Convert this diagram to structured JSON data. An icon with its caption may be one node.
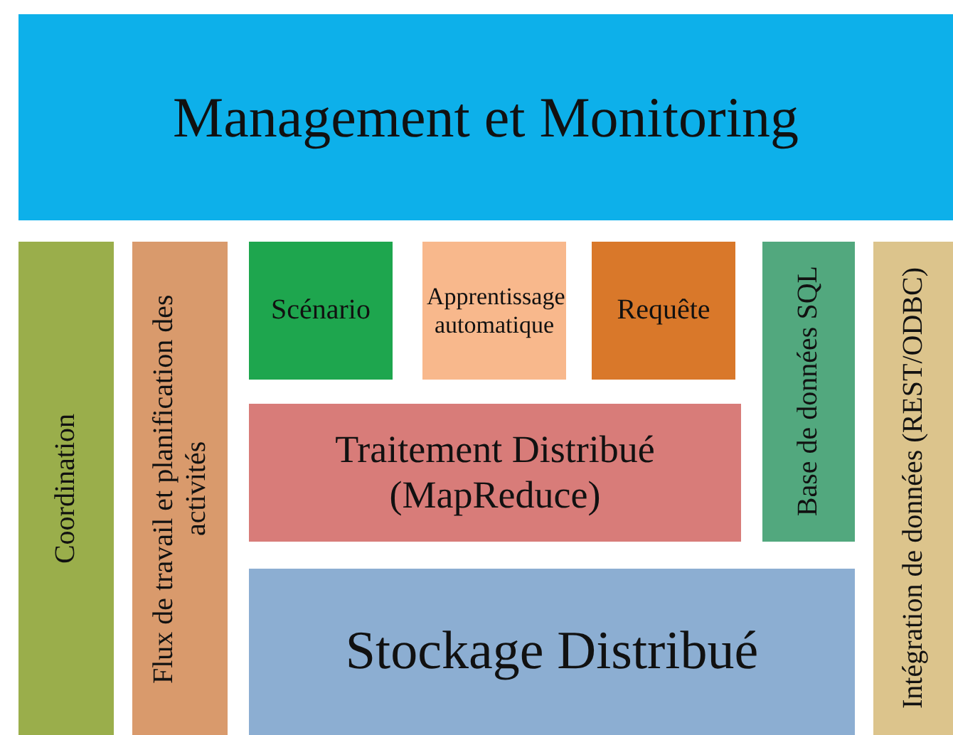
{
  "diagram": {
    "nodes": [
      {
        "text": [
          "Management et Monitoring"
        ]
      },
      {
        "text": [
          "Coordination"
        ]
      },
      {
        "text": [
          "Flux de travail et planification des activités"
        ]
      },
      {
        "text": [
          "Scénario"
        ]
      },
      {
        "text": [
          "Apprentissage automatique"
        ]
      },
      {
        "text": [
          "Requête"
        ]
      },
      {
        "text": [
          "Traitement Distribué (MapReduce)"
        ]
      },
      {
        "text": [
          "Base de données SQL"
        ]
      },
      {
        "text": [
          "Stockage Distribué"
        ]
      },
      {
        "text": [
          "Intégration de données (REST/ODBC)"
        ]
      }
    ]
  }
}
